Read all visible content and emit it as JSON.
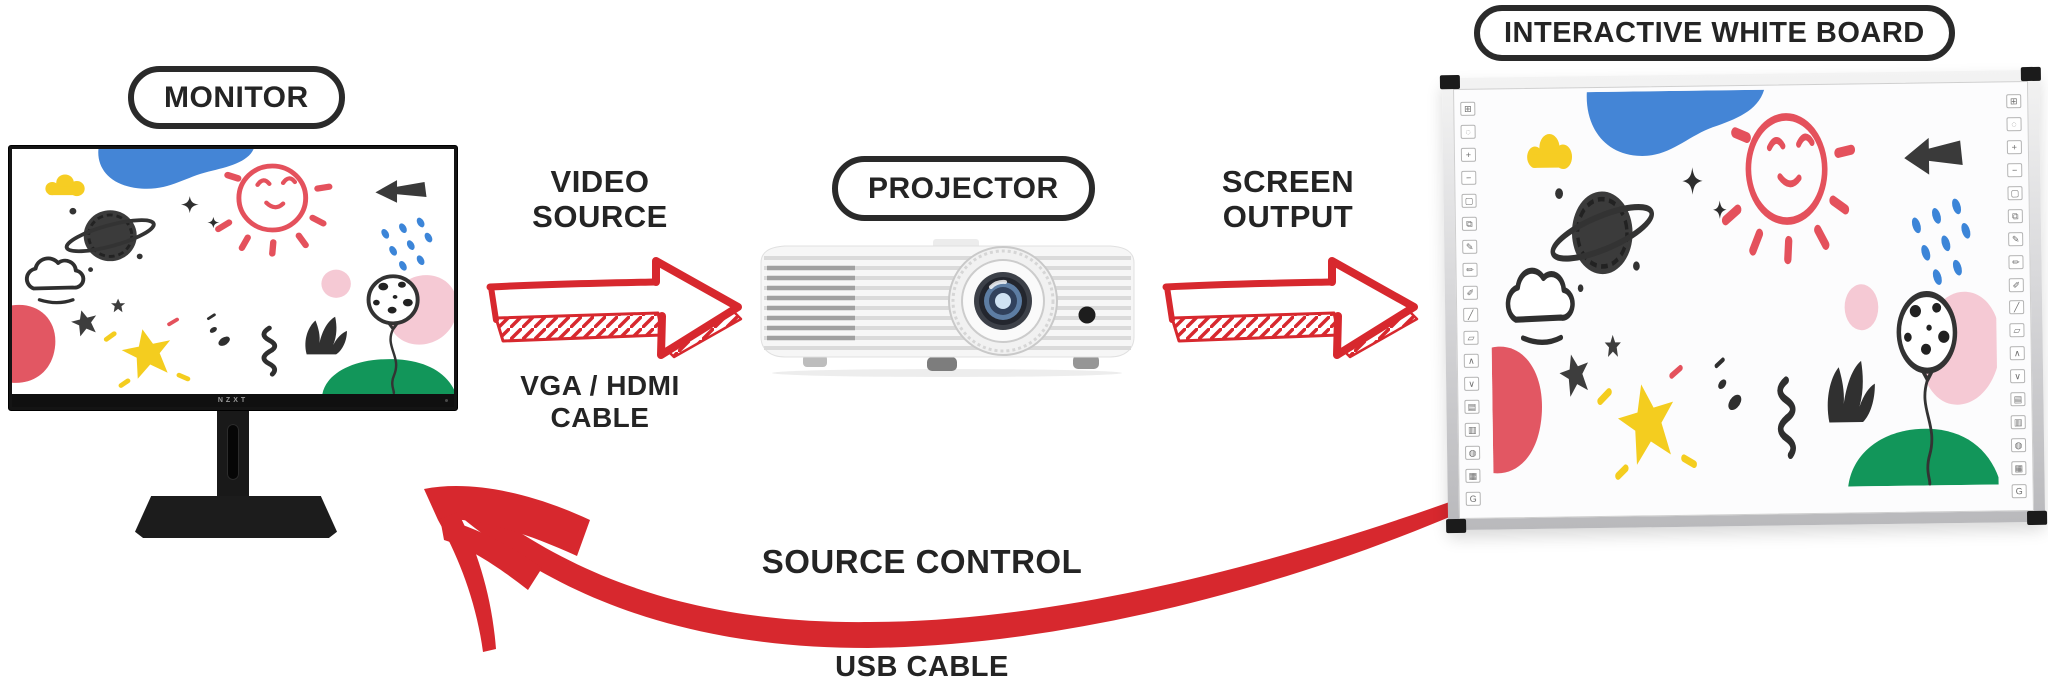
{
  "title": "Interactive whiteboard connection diagram",
  "colors": {
    "background": "#ffffff",
    "arrow_red": "#d7282e",
    "ink": "#242424"
  },
  "devices": {
    "monitor": {
      "label": "MONITOR",
      "brand": "NZXT"
    },
    "projector": {
      "label": "PROJECTOR"
    },
    "whiteboard": {
      "label": "INTERACTIVE WHITE BOARD",
      "toolbar_icons": [
        "start-icon",
        "select-icon",
        "zoom-in-icon",
        "zoom-out-icon",
        "new-page-icon",
        "page-copy-icon",
        "pencil-icon",
        "highlighter-icon",
        "pen-icon",
        "brush-icon",
        "eraser-icon",
        "page-up-icon",
        "page-down-icon",
        "save-icon",
        "save-as-icon",
        "bell-icon",
        "print-icon",
        "brand-g-icon"
      ]
    }
  },
  "connections": {
    "video_source": {
      "title": "VIDEO\nSOURCE",
      "cable": "VGA / HDMI\nCABLE",
      "direction": "monitor-to-projector"
    },
    "screen_output": {
      "title": "SCREEN\nOUTPUT",
      "direction": "projector-to-whiteboard"
    },
    "source_control": {
      "title": "SOURCE CONTROL",
      "cable": "USB CABLE",
      "direction": "whiteboard-to-monitor"
    }
  }
}
